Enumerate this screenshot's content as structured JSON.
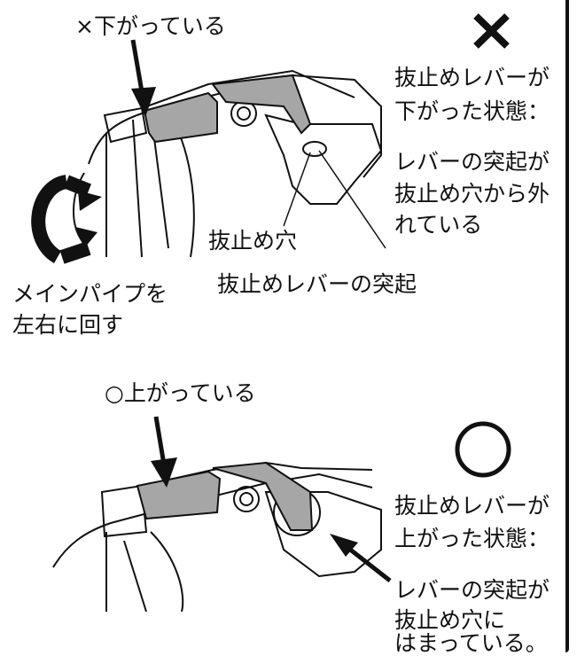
{
  "top": {
    "mark": "×",
    "lever_down_label": "×下がっている",
    "status_lines": [
      "抜止めレバーが",
      "下がった状態："
    ],
    "detail_lines": [
      "レバーの突起が",
      "抜止め穴から外",
      "れている"
    ],
    "hole_label": "抜止め穴",
    "protrusion_label": "抜止めレバーの突起",
    "rotate_lines": [
      "メインパイプを",
      "左右に回す"
    ]
  },
  "bottom": {
    "mark": "○",
    "lever_up_label": "○上がっている",
    "status_lines": [
      "抜止めレバーが",
      "上がった状態："
    ],
    "detail_lines": [
      "レバーの突起が",
      "抜止め穴に",
      "はまっている。"
    ]
  },
  "colors": {
    "lever_gray": "#a6a6a6",
    "line": "#111111"
  }
}
